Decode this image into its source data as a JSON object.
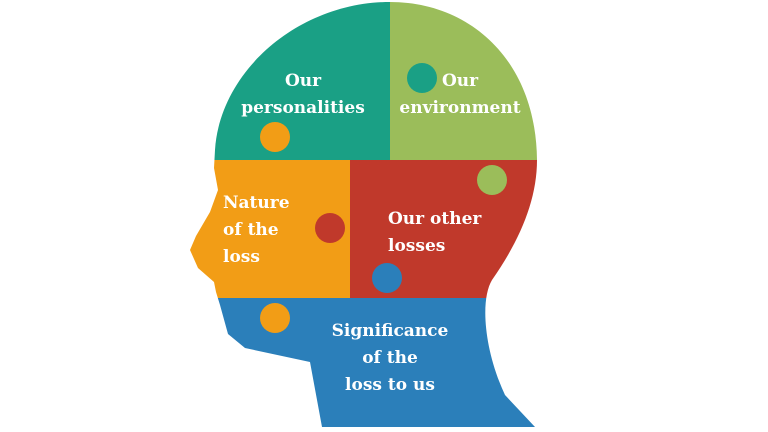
{
  "pieces": [
    {
      "id": "personalities",
      "lines": [
        "Our",
        "personalities"
      ],
      "color": "#1aa085"
    },
    {
      "id": "environment",
      "lines": [
        "Our",
        "environment"
      ],
      "color": "#9bbd5a"
    },
    {
      "id": "nature",
      "lines": [
        "Nature",
        "of the",
        "loss"
      ],
      "color": "#f29d16"
    },
    {
      "id": "other-losses",
      "lines": [
        "Our other",
        "losses"
      ],
      "color": "#c0392b"
    },
    {
      "id": "significance",
      "lines": [
        "Significance",
        "of the",
        "loss to us"
      ],
      "color": "#2b7fba"
    }
  ]
}
